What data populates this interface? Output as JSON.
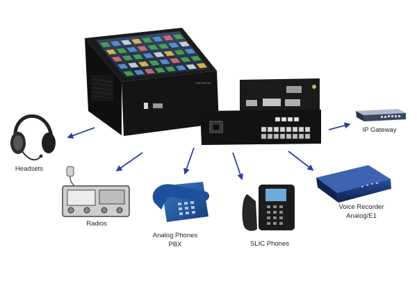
{
  "diagram": {
    "central_unit": {
      "model_label": "VSCOM TM"
    },
    "devices": [
      {
        "id": "headsets",
        "label": "Headsets"
      },
      {
        "id": "radios",
        "label": "Radios"
      },
      {
        "id": "analog-phones",
        "label": "Analog Phones",
        "sublabel": "PBX"
      },
      {
        "id": "slic-phones",
        "label": "SLIC Phones"
      },
      {
        "id": "voice-recorder",
        "label": "Voice Recorder",
        "sublabel": "Analog/E1"
      },
      {
        "id": "ip-gateway",
        "label": "IP Gateway"
      }
    ],
    "arrow_color": "#2c3e9e"
  }
}
